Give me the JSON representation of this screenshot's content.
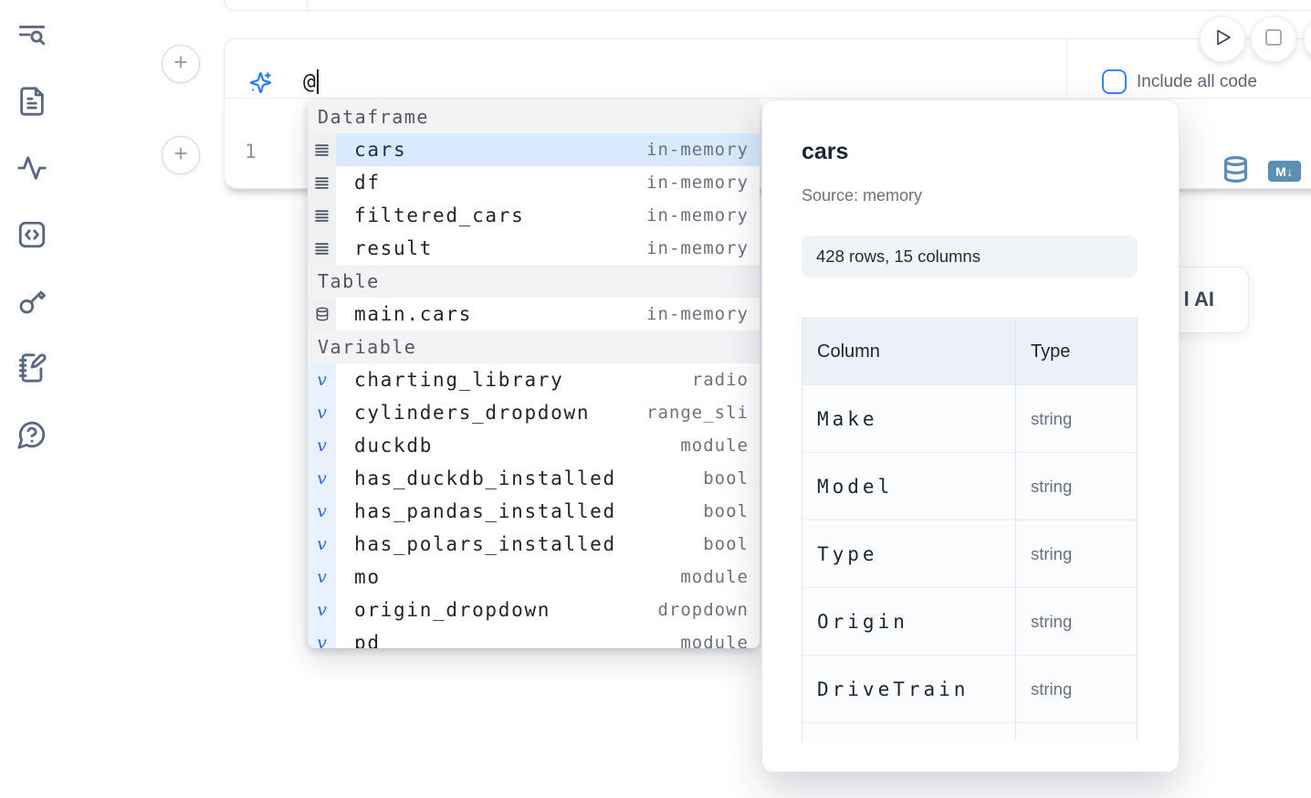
{
  "sidebar": {
    "icons": [
      "list-search-icon",
      "file-text-icon",
      "activity-icon",
      "snippets-icon",
      "key-icon",
      "scratchpad-icon",
      "help-icon"
    ]
  },
  "ai_prompt": {
    "value": "@"
  },
  "toolbar": {
    "include_all_code_label": "Include all code"
  },
  "code_cell": {
    "line_number": "1"
  },
  "icons": {
    "markdown_badge": "M↓",
    "variable_glyph": "v"
  },
  "autocomplete": {
    "sections": [
      {
        "label": "Dataframe",
        "items": [
          {
            "name": "cars",
            "type": "in-memory",
            "icon": "dataframe",
            "selected": true
          },
          {
            "name": "df",
            "type": "in-memory",
            "icon": "dataframe",
            "selected": false
          },
          {
            "name": "filtered_cars",
            "type": "in-memory",
            "icon": "dataframe",
            "selected": false
          },
          {
            "name": "result",
            "type": "in-memory",
            "icon": "dataframe",
            "selected": false
          }
        ]
      },
      {
        "label": "Table",
        "items": [
          {
            "name": "main.cars",
            "type": "in-memory",
            "icon": "table",
            "selected": false
          }
        ]
      },
      {
        "label": "Variable",
        "items": [
          {
            "name": "charting_library",
            "type": "radio",
            "icon": "variable",
            "selected": false
          },
          {
            "name": "cylinders_dropdown",
            "type": "range_sli",
            "icon": "variable",
            "selected": false
          },
          {
            "name": "duckdb",
            "type": "module",
            "icon": "variable",
            "selected": false
          },
          {
            "name": "has_duckdb_installed",
            "type": "bool",
            "icon": "variable",
            "selected": false
          },
          {
            "name": "has_pandas_installed",
            "type": "bool",
            "icon": "variable",
            "selected": false
          },
          {
            "name": "has_polars_installed",
            "type": "bool",
            "icon": "variable",
            "selected": false
          },
          {
            "name": "mo",
            "type": "module",
            "icon": "variable",
            "selected": false
          },
          {
            "name": "origin_dropdown",
            "type": "dropdown",
            "icon": "variable",
            "selected": false
          },
          {
            "name": "pd",
            "type": "module",
            "icon": "variable",
            "selected": false
          }
        ]
      }
    ]
  },
  "preview": {
    "title": "cars",
    "source": "Source: memory",
    "shape": "428 rows, 15 columns",
    "table": {
      "headers": [
        "Column",
        "Type"
      ],
      "rows": [
        [
          "Make",
          "string"
        ],
        [
          "Model",
          "string"
        ],
        [
          "Type",
          "string"
        ],
        [
          "Origin",
          "string"
        ],
        [
          "DriveTrain",
          "string"
        ]
      ]
    }
  },
  "partial_card": {
    "label": "l AI"
  },
  "colors": {
    "accent": "#3b82f6",
    "cell_icon_blue": "#5d8fb3",
    "selected_row": "#d8eafb"
  }
}
